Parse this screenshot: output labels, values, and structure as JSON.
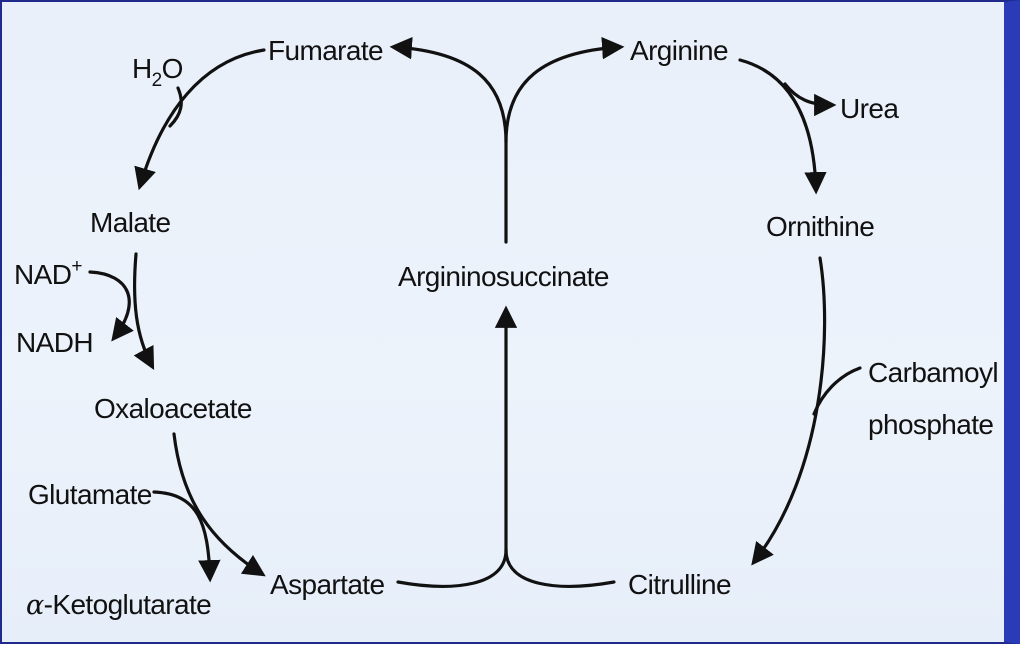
{
  "labels": {
    "fumarate": "Fumarate",
    "arginine": "Arginine",
    "urea": "Urea",
    "h2o_h": "H",
    "h2o_sub": "2",
    "h2o_o": "O",
    "malate": "Malate",
    "ornithine": "Ornithine",
    "nad_main": "NAD",
    "nad_sup": "+",
    "argininosuccinate": "Argininosuccinate",
    "nadh": "NADH",
    "oxaloacetate": "Oxaloacetate",
    "carbamoyl": "Carbamoyl",
    "phosphate": "phosphate",
    "glutamate": "Glutamate",
    "aspartate": "Aspartate",
    "citrulline": "Citrulline",
    "alpha": "α",
    "ketoglutarate": "-Ketoglutarate"
  },
  "colors": {
    "background": "#ebf1fa",
    "border": "#1f2a8c",
    "ink": "#111111"
  }
}
